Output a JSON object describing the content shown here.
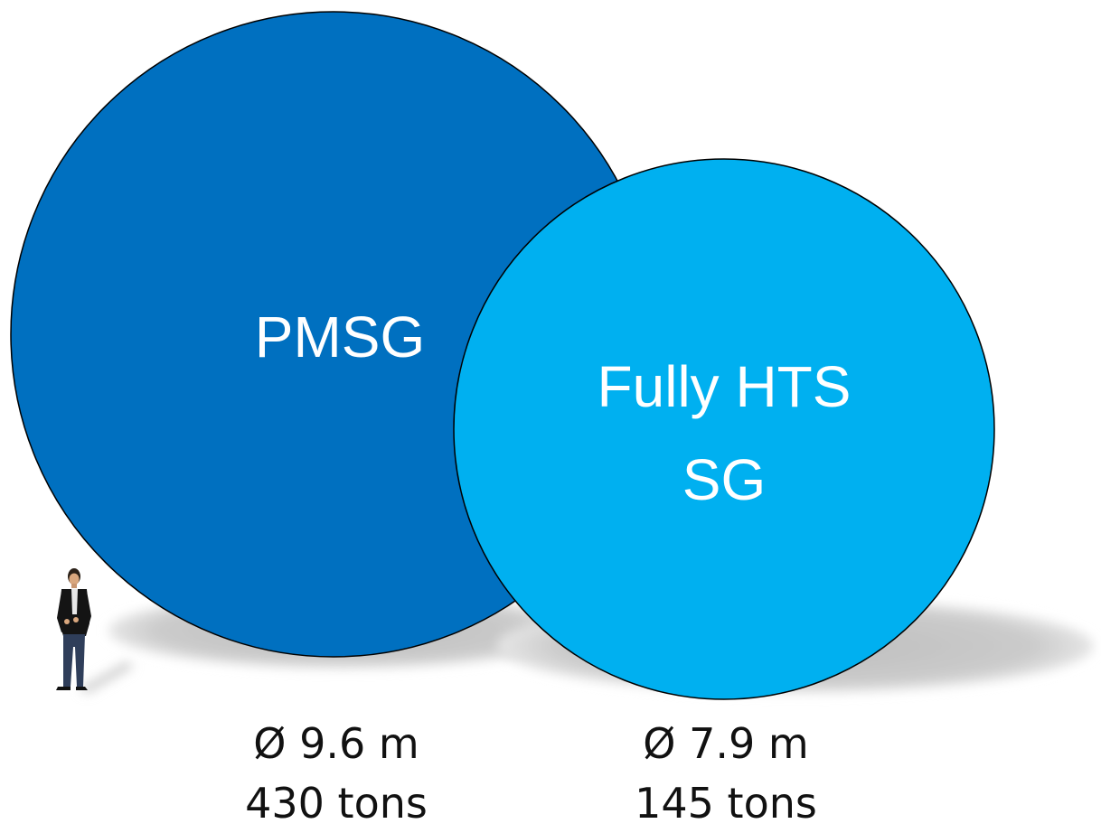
{
  "generators": [
    {
      "label": "PMSG",
      "diameter": "Ø 9.6 m",
      "weight": "430 tons",
      "fill_color": "#0070C0"
    },
    {
      "label_line1": "Fully HTS",
      "label_line2": "SG",
      "diameter": "Ø 7.9 m",
      "weight": "145 tons",
      "fill_color": "#00B0F0"
    }
  ],
  "shadow_color": "#c8c8c8",
  "human_figure_icon": "standing-person-icon"
}
